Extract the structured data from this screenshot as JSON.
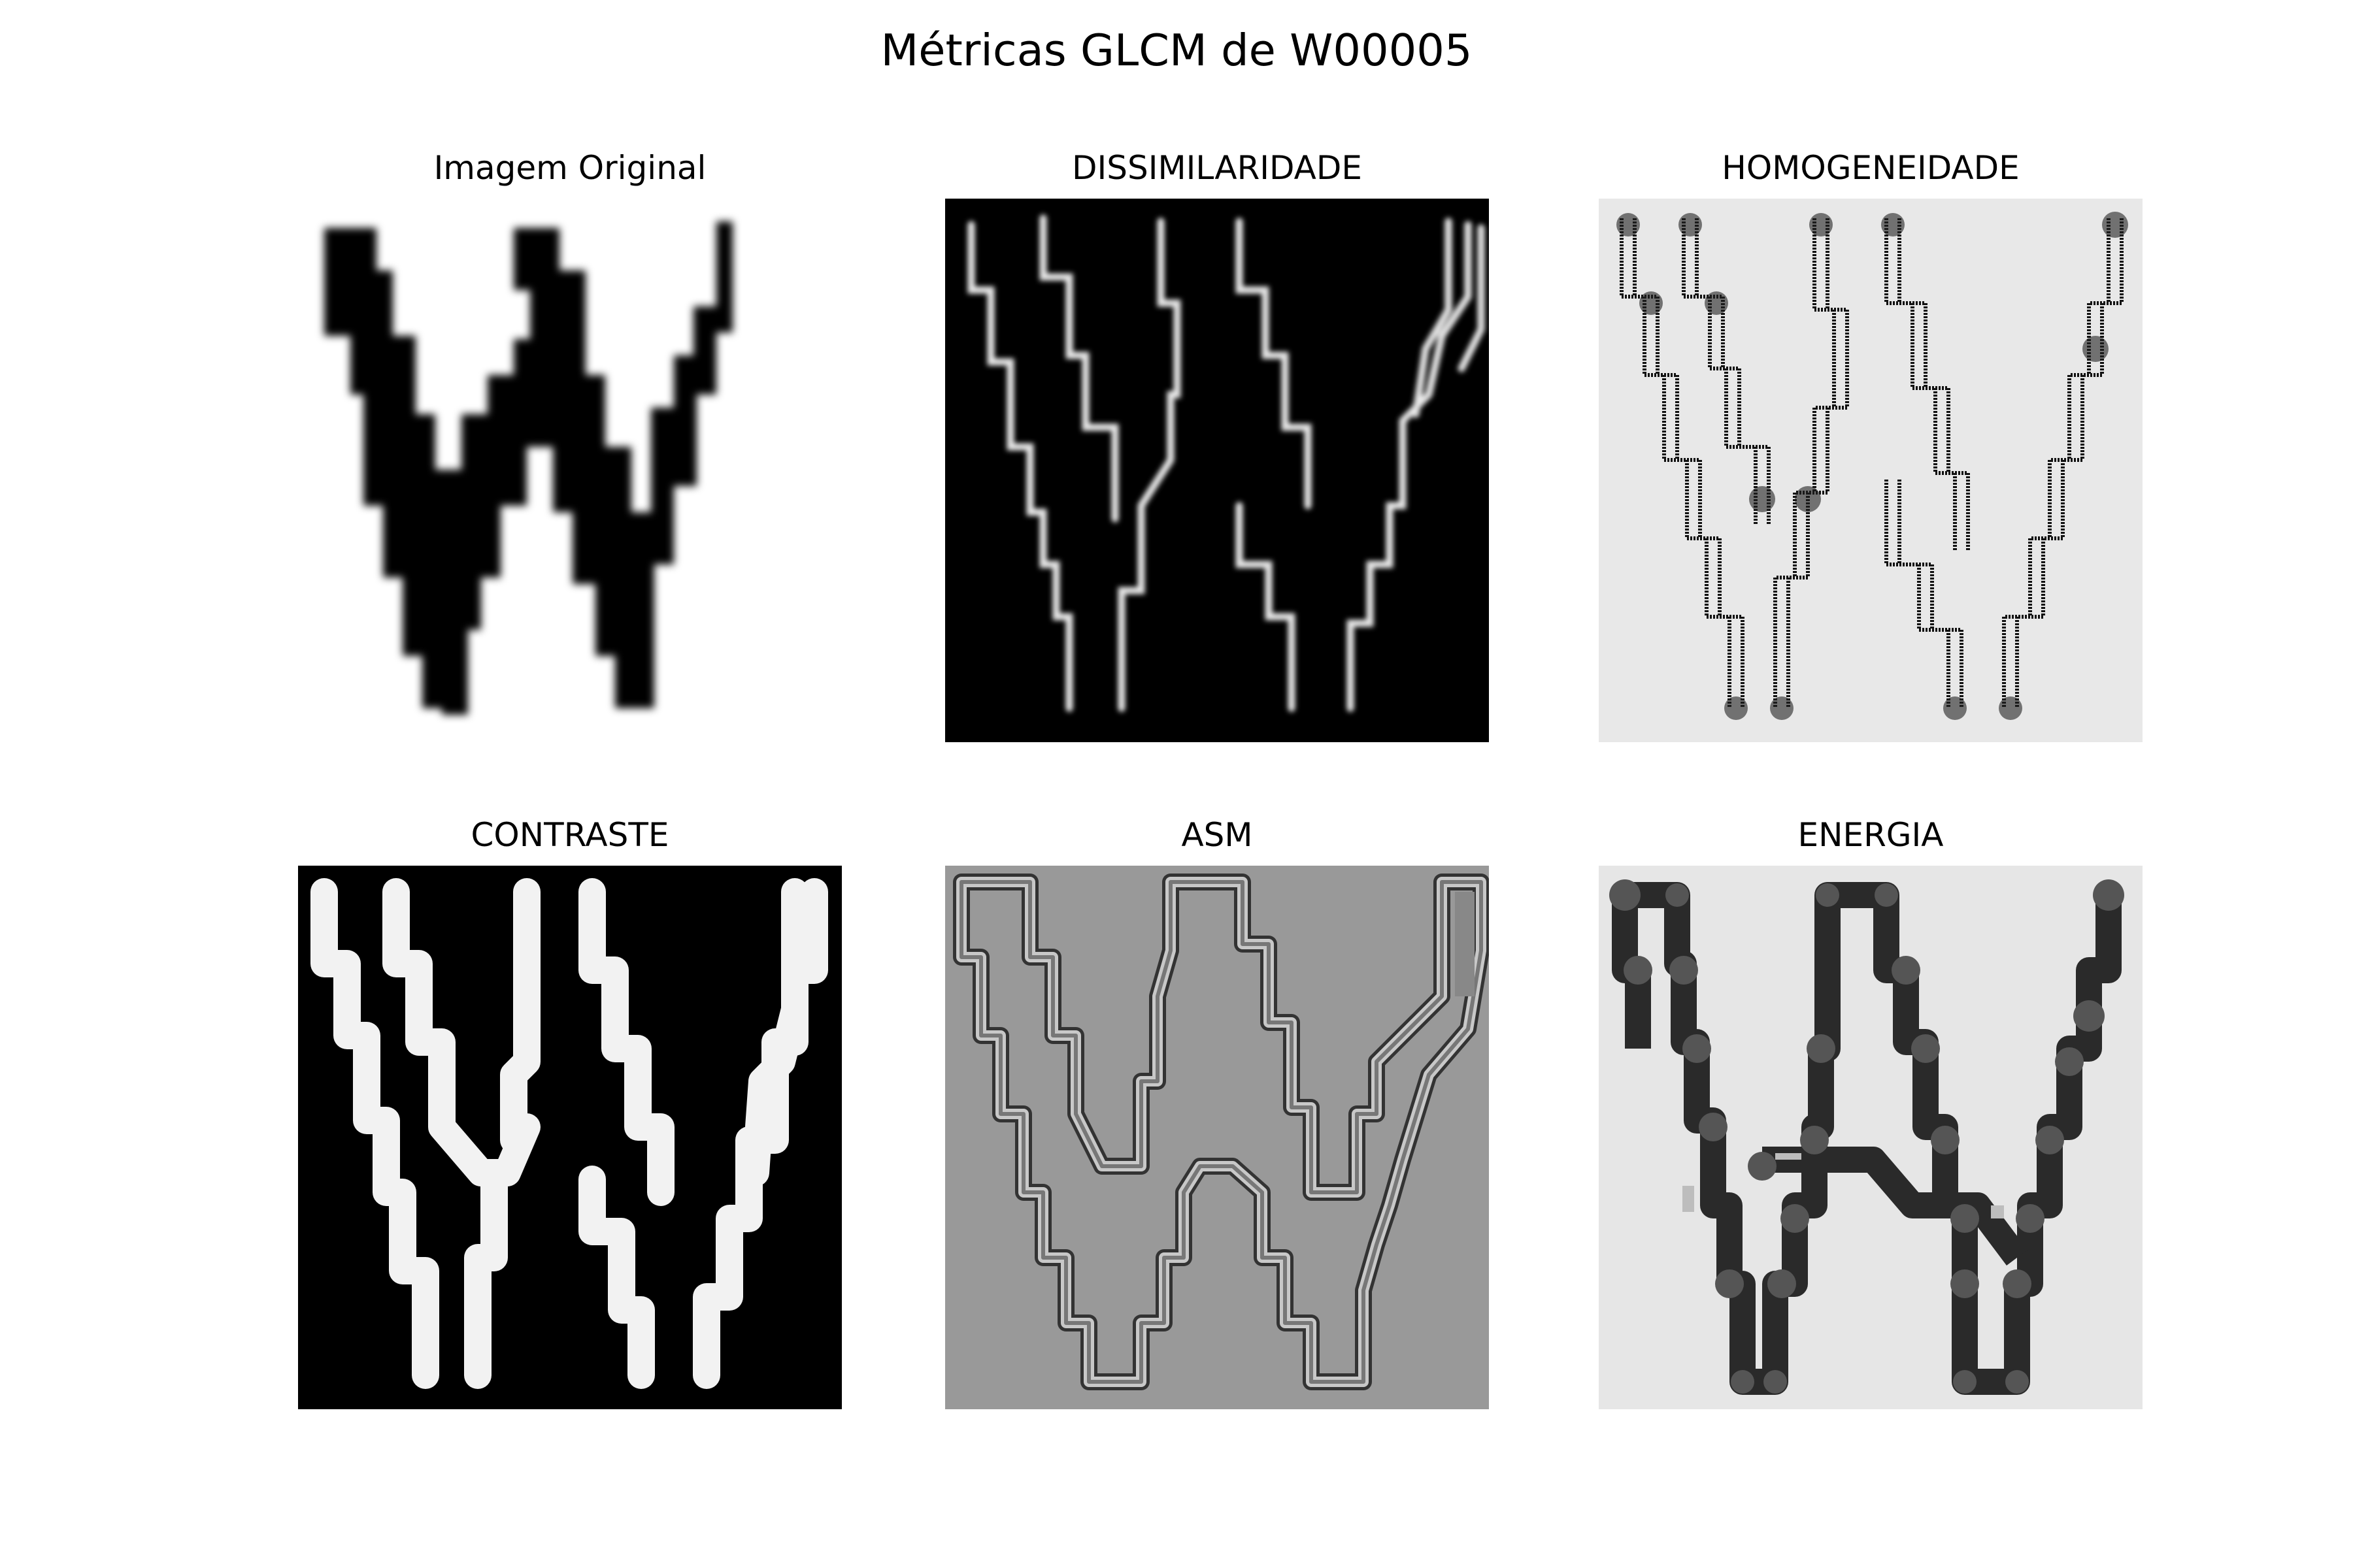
{
  "figure": {
    "title": "Métricas GLCM de W00005"
  },
  "chart_data": {
    "type": "image-grid",
    "rows": 2,
    "cols": 3,
    "panels": [
      {
        "title": "Imagem Original",
        "image": "letter-w-original"
      },
      {
        "title": "DISSIMILARIDADE",
        "image": "glcm-dissimilarity-map"
      },
      {
        "title": "HOMOGENEIDADE",
        "image": "glcm-homogeneity-map"
      },
      {
        "title": "CONTRASTE",
        "image": "glcm-contrast-map"
      },
      {
        "title": "ASM",
        "image": "glcm-asm-map"
      },
      {
        "title": "ENERGIA",
        "image": "glcm-energy-map"
      }
    ]
  }
}
